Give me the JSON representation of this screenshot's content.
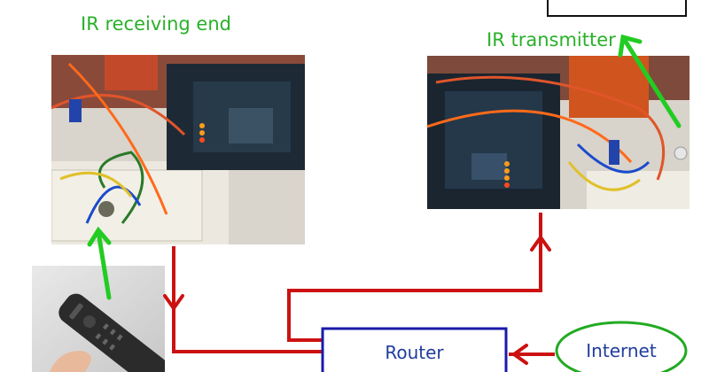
{
  "labels": {
    "ir_receiving_end": "IR receiving end",
    "ir_transmitter": "IR transmitter",
    "router": "Router",
    "internet": "Internet"
  },
  "colors": {
    "label_green": "#2ab02a",
    "signal_red": "#cc1111",
    "box_blue": "#1a1aaa",
    "ir_arrow_green": "#22cc22"
  },
  "images": [
    {
      "name": "photo-receiver",
      "description_icon": "arduino-board-with-ir-receiver-photo"
    },
    {
      "name": "photo-transmitter",
      "description_icon": "arduino-board-with-ir-led-photo"
    },
    {
      "name": "photo-remote",
      "description_icon": "hand-holding-remote-photo"
    }
  ]
}
